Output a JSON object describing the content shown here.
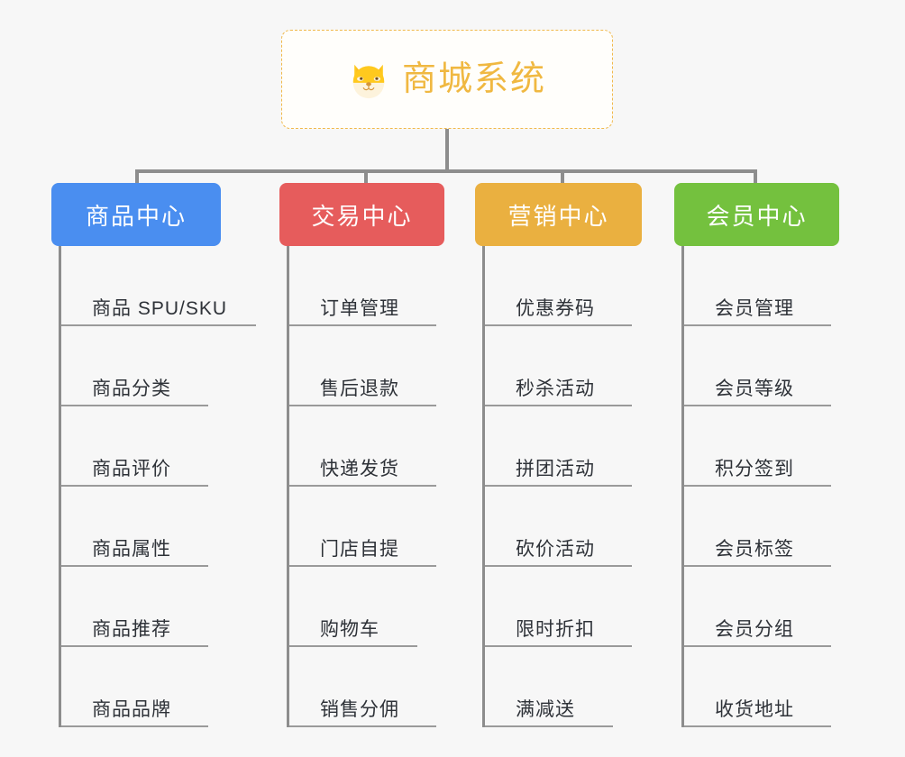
{
  "diagram": {
    "type": "mindmap-org-chart",
    "background_color": "#f7f7f7",
    "root": {
      "title": "商城系统",
      "icon": "dog-face-emoji",
      "text_color": "#f0b841",
      "border_color": "#f0b84a",
      "background_color": "#fffefb"
    },
    "connector_color": "#8d8d8d",
    "branches": [
      {
        "label": "商品中心",
        "color": "#4a8ef0",
        "items": [
          "商品 SPU/SKU",
          "商品分类",
          "商品评价",
          "商品属性",
          "商品推荐",
          "商品品牌"
        ]
      },
      {
        "label": "交易中心",
        "color": "#e65c5c",
        "items": [
          "订单管理",
          "售后退款",
          "快递发货",
          "门店自提",
          "购物车",
          "销售分佣"
        ]
      },
      {
        "label": "营销中心",
        "color": "#eab040",
        "items": [
          "优惠券码",
          "秒杀活动",
          "拼团活动",
          "砍价活动",
          "限时折扣",
          "满减送"
        ]
      },
      {
        "label": "会员中心",
        "color": "#74c13e",
        "items": [
          "会员管理",
          "会员等级",
          "积分签到",
          "会员标签",
          "会员分组",
          "收货地址"
        ]
      }
    ]
  }
}
